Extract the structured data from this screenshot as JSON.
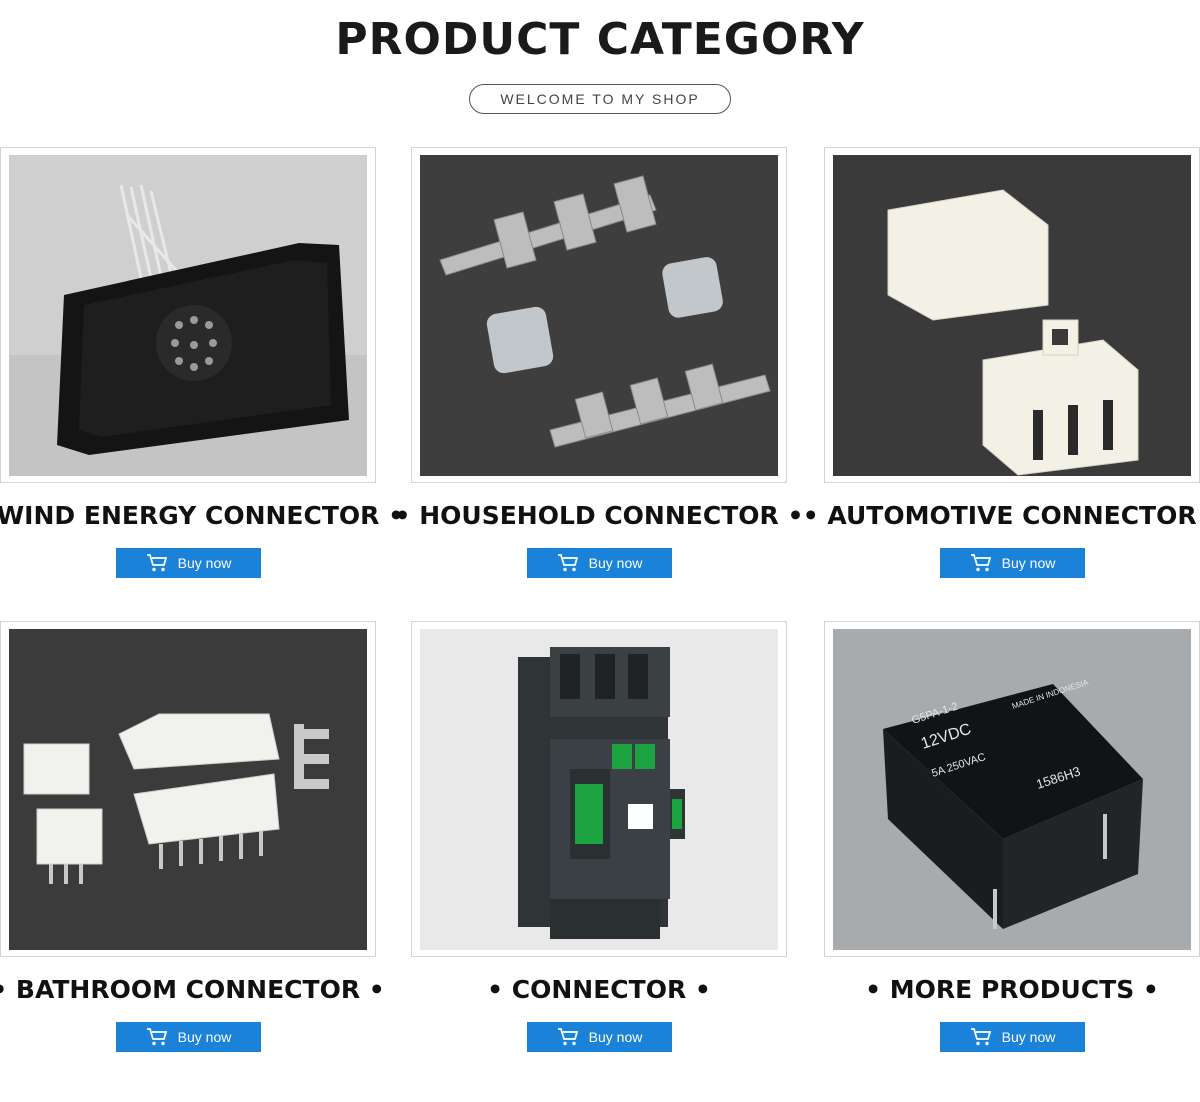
{
  "header": {
    "title": "PRODUCT CATEGORY",
    "welcome": "WELCOME TO MY SHOP"
  },
  "buy_label": "Buy now",
  "icons": {
    "buy": "shopping-cart-icon"
  },
  "colors": {
    "button": "#1a82d9",
    "title": "#1a1a1a"
  },
  "products": [
    {
      "label": "• WIND ENERGY CONNECTOR •",
      "image": "wind-energy-connector-photo"
    },
    {
      "label": "• HOUSEHOLD CONNECTOR •",
      "image": "household-connector-photo"
    },
    {
      "label": "• AUTOMOTIVE CONNECTOR •",
      "image": "automotive-connector-photo"
    },
    {
      "label": "• BATHROOM CONNECTOR •",
      "image": "bathroom-connector-photo"
    },
    {
      "label": "• CONNECTOR •",
      "image": "contactor-photo"
    },
    {
      "label": "• MORE PRODUCTS •",
      "image": "relay-photo",
      "relay_marks": [
        "12VDC",
        "G5PA-1-2",
        "1586H3",
        "5A 250VAC",
        "MADE IN INDONESIA"
      ]
    }
  ]
}
